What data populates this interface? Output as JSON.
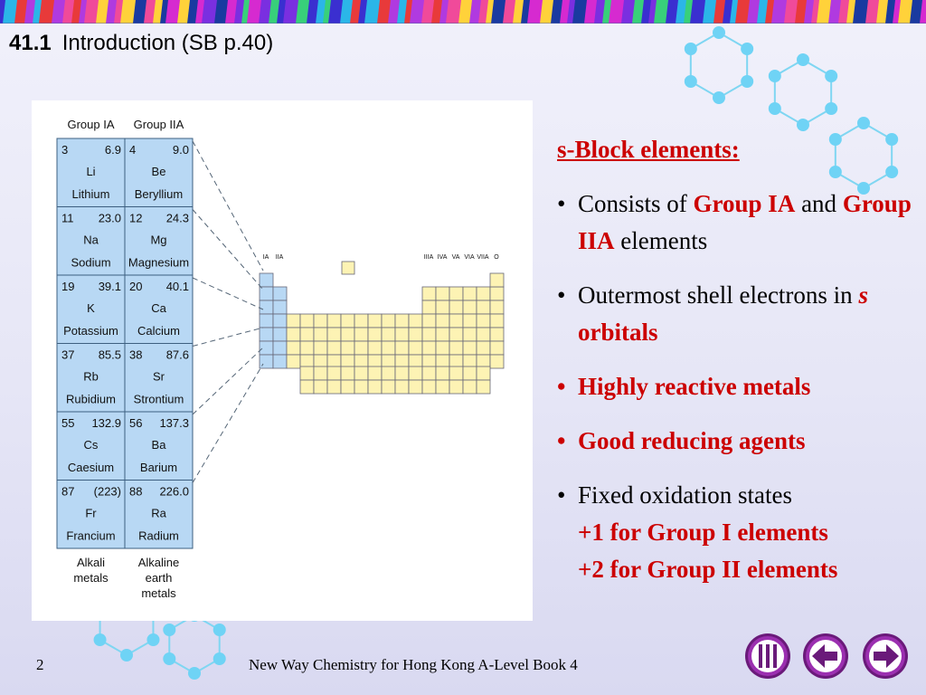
{
  "header": {
    "section_number": "41.1",
    "section_title": "Introduction (SB p.40)"
  },
  "figure": {
    "col_headers": [
      "Group IA",
      "Group IIA"
    ],
    "cells": [
      [
        {
          "number": "3",
          "mass": "6.9",
          "symbol": "Li",
          "name": "Lithium"
        },
        {
          "number": "4",
          "mass": "9.0",
          "symbol": "Be",
          "name": "Beryllium"
        }
      ],
      [
        {
          "number": "11",
          "mass": "23.0",
          "symbol": "Na",
          "name": "Sodium"
        },
        {
          "number": "12",
          "mass": "24.3",
          "symbol": "Mg",
          "name": "Magnesium"
        }
      ],
      [
        {
          "number": "19",
          "mass": "39.1",
          "symbol": "K",
          "name": "Potassium"
        },
        {
          "number": "20",
          "mass": "40.1",
          "symbol": "Ca",
          "name": "Calcium"
        }
      ],
      [
        {
          "number": "37",
          "mass": "85.5",
          "symbol": "Rb",
          "name": "Rubidium"
        },
        {
          "number": "38",
          "mass": "87.6",
          "symbol": "Sr",
          "name": "Strontium"
        }
      ],
      [
        {
          "number": "55",
          "mass": "132.9",
          "symbol": "Cs",
          "name": "Caesium"
        },
        {
          "number": "56",
          "mass": "137.3",
          "symbol": "Ba",
          "name": "Barium"
        }
      ],
      [
        {
          "number": "87",
          "mass": "(223)",
          "symbol": "Fr",
          "name": "Francium"
        },
        {
          "number": "88",
          "mass": "226.0",
          "symbol": "Ra",
          "name": "Radium"
        }
      ]
    ],
    "footer_ia": [
      "Alkali",
      "metals"
    ],
    "footer_iia": [
      "Alkaline",
      "earth",
      "metals"
    ],
    "mini_group_labels": [
      "IA",
      "IIA"
    ],
    "mini_right_labels": [
      "IIIA",
      "IVA",
      "VA",
      "VIA",
      "VIIA",
      "O"
    ],
    "colors": {
      "s_block": "#b8d8f4",
      "other_block": "#fdf3b4",
      "line": "#556677"
    }
  },
  "content": {
    "heading": "s-Block elements:",
    "bullet_symbol": "•",
    "b1": {
      "t1": "Consists of ",
      "t2": "Group IA",
      "t3": " and ",
      "t4": "Group IIA",
      "t5": " elements"
    },
    "b2": {
      "t1": "Outermost shell electrons in ",
      "t2": "s",
      "t3": " orbitals"
    },
    "b3": "Highly reactive metals",
    "b4": "Good reducing agents",
    "b5": {
      "t1": "Fixed oxidation states",
      "l2": "+1 for Group I elements",
      "l3": "+2 for Group II elements"
    },
    "accent_color": "#cc0000"
  },
  "footer": {
    "page_number": "2",
    "book_title": "New Way Chemistry for Hong Kong A-Level Book 4",
    "small_page_number": "2"
  },
  "nav": {
    "buttons": [
      {
        "icon": "first-slide-icon"
      },
      {
        "icon": "previous-arrow-icon"
      },
      {
        "icon": "next-arrow-icon"
      }
    ],
    "colors": {
      "ring": "#6a1a7a",
      "fill": "#9b2fb0"
    }
  }
}
